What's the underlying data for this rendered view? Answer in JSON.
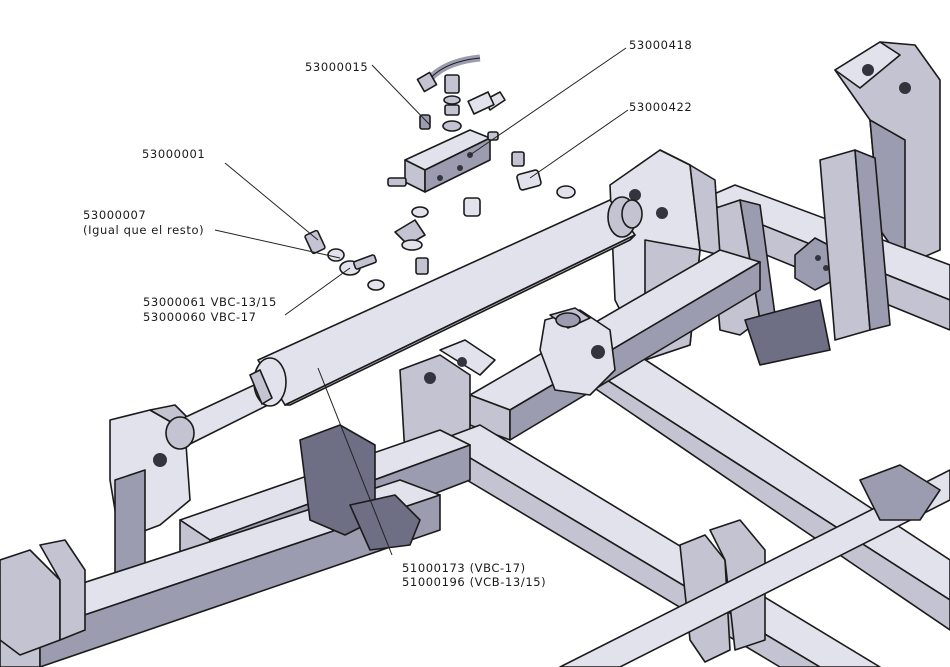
{
  "drawing": {
    "callouts": [
      {
        "id": "c1",
        "label": "53000015"
      },
      {
        "id": "c2",
        "label": "53000418"
      },
      {
        "id": "c3",
        "label": "53000422"
      },
      {
        "id": "c4",
        "label": "53000001"
      },
      {
        "id": "c5",
        "label": "53000007",
        "label2": "(Igual que el resto)"
      },
      {
        "id": "c6",
        "label": "53000061 VBC-13/15",
        "label2": "53000060 VBC-17"
      },
      {
        "id": "c7",
        "label": "51000173 (VBC-17)",
        "label2": "51000196 (VCB-13/15)"
      }
    ]
  },
  "colors": {
    "light_face": "#e2e2ec",
    "mid_face": "#c3c3d2",
    "dark_face": "#9c9cb0",
    "shadow_face": "#6e6e84",
    "outline": "#1b1b1b"
  }
}
